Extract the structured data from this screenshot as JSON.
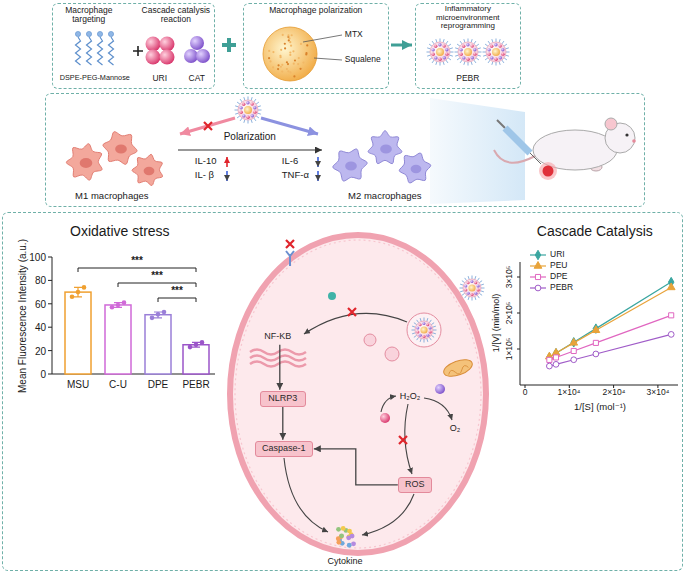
{
  "diagram": {
    "nodes": [
      {
        "text": [
          "Macrophage targeting",
          "Cascade catalysis reaction",
          "DSPE-PEG-Mannose",
          "URI",
          "CAT"
        ]
      },
      {
        "text": [
          "Macrophage polarization",
          "MTX",
          "Squalene"
        ]
      },
      {
        "text": [
          "Inflammatory microenvironment reprogramming",
          "PEBR"
        ]
      },
      {
        "text": [
          "Polarization",
          "IL-10",
          "IL-6",
          "IL- β",
          "TNF-α",
          "M1 macrophages",
          "M2 macrophages"
        ]
      },
      {
        "text": [
          "Oxidative stress",
          "Cascade Catalysis"
        ]
      },
      {
        "text": [
          "NF-KB"
        ],
        "in": 4
      },
      {
        "text": [
          "NLRP3"
        ],
        "in": 4
      },
      {
        "text": [
          "Caspase-1"
        ],
        "in": 4
      },
      {
        "text": [
          "ROS"
        ],
        "in": 4
      }
    ],
    "edges": [
      {
        "from": 5,
        "to": 6,
        "arrow": "to"
      },
      {
        "from": 6,
        "to": 7,
        "arrow": "to"
      },
      {
        "from": 8,
        "to": 7,
        "arrow": "to"
      }
    ],
    "labels": [
      "Mean Fluorescence Intensity (a.u.)",
      "0",
      "20",
      "40",
      "60",
      "80",
      "100",
      "MSU",
      "C-U",
      "DPE",
      "PEBR",
      "***",
      "***",
      "***",
      "H₂O₂",
      "O₂",
      "Cytokine",
      "1/[V] (min/mol)",
      "1×10⁵",
      "2×10⁵",
      "3×10⁵",
      "1/[S] (mol⁻¹)",
      "0",
      "1×10⁴",
      "2×10⁴",
      "3×10⁴"
    ],
    "legend": [
      {
        "text": "URI"
      },
      {
        "text": "PEU"
      },
      {
        "text": "DPE"
      },
      {
        "text": "PEBR"
      }
    ]
  }
}
